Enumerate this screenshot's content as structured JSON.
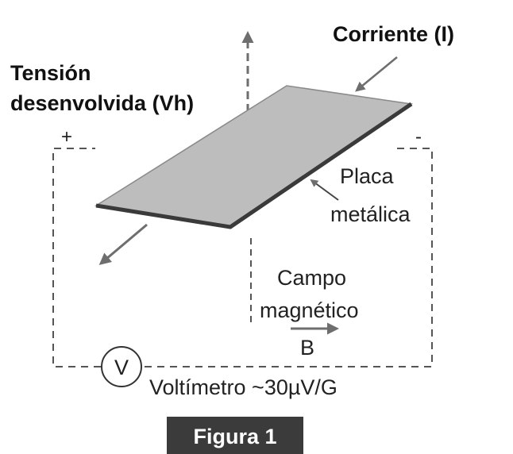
{
  "labels": {
    "current": "Corriente (I)",
    "voltage_line1": "Tensión",
    "voltage_line2": "desenvolvida (Vh)",
    "plus": "+",
    "minus": "-",
    "plate_line1": "Placa",
    "plate_line2": "metálica",
    "field_line1": "Campo",
    "field_line2": "magnético",
    "field_symbol": "B",
    "voltmeter_symbol": "V",
    "voltmeter_label": "Voltímetro ~30µV/G",
    "figure": "Figura 1"
  },
  "colors": {
    "ink": "#222222",
    "plate_fill": "#bdbdbd",
    "plate_edge": "#3a3a3a",
    "arrow": "#6e6e6e",
    "dashed": "#555555",
    "figure_bg": "#3b3b3b",
    "figure_text": "#ffffff"
  }
}
